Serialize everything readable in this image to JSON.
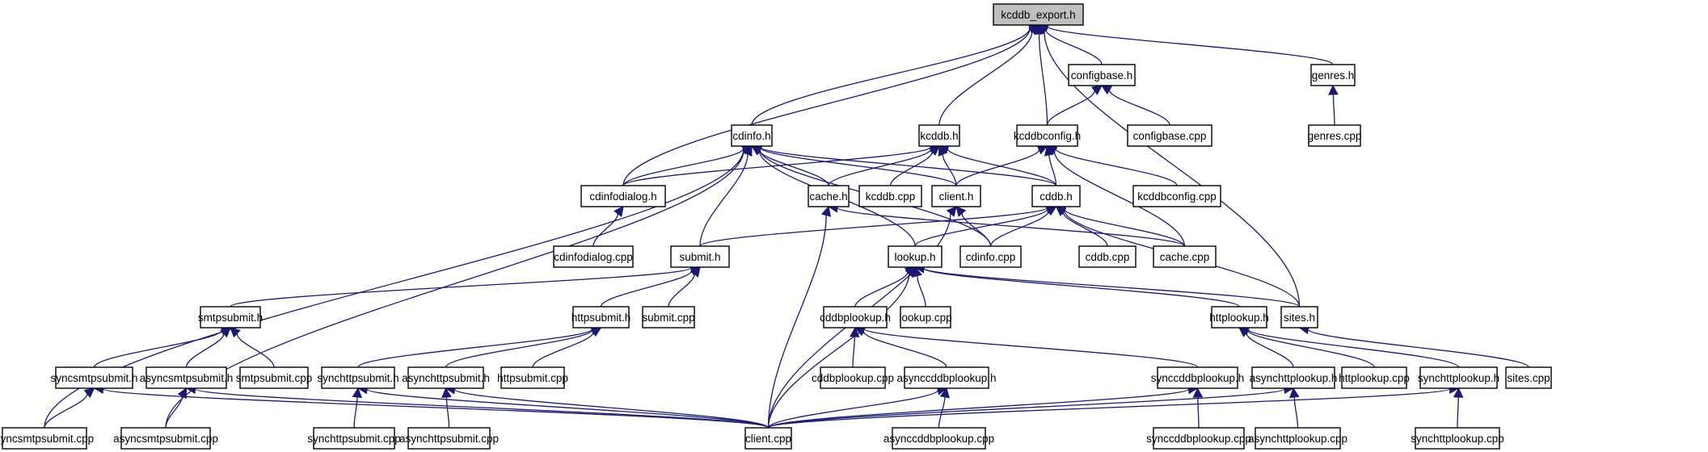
{
  "graph": {
    "title": "kcddb_export.h include dependency graph",
    "edge_color": "#191970",
    "root_fill": "#bfbfbf",
    "nodes": [
      {
        "id": "kcddb_export.h",
        "label": "kcddb_export.h",
        "root": true
      },
      {
        "id": "cdinfo.h",
        "label": "cdinfo.h"
      },
      {
        "id": "kcddb.h",
        "label": "kcddb.h"
      },
      {
        "id": "kcddbconfig.h",
        "label": "kcddbconfig.h"
      },
      {
        "id": "configbase.h",
        "label": "configbase.h"
      },
      {
        "id": "genres.h",
        "label": "genres.h"
      },
      {
        "id": "configbase.cpp",
        "label": "configbase.cpp"
      },
      {
        "id": "genres.cpp",
        "label": "genres.cpp"
      },
      {
        "id": "cdinfodialog.h",
        "label": "cdinfodialog.h"
      },
      {
        "id": "cache.h",
        "label": "cache.h"
      },
      {
        "id": "kcddb.cpp",
        "label": "kcddb.cpp"
      },
      {
        "id": "client.h",
        "label": "client.h"
      },
      {
        "id": "cddb.h",
        "label": "cddb.h"
      },
      {
        "id": "kcddbconfig.cpp",
        "label": "kcddbconfig.cpp"
      },
      {
        "id": "cdinfodialog.cpp",
        "label": "cdinfodialog.cpp"
      },
      {
        "id": "submit.h",
        "label": "submit.h"
      },
      {
        "id": "lookup.h",
        "label": "lookup.h"
      },
      {
        "id": "cdinfo.cpp",
        "label": "cdinfo.cpp"
      },
      {
        "id": "cddb.cpp",
        "label": "cddb.cpp"
      },
      {
        "id": "cache.cpp",
        "label": "cache.cpp"
      },
      {
        "id": "smtpsubmit.h",
        "label": "smtpsubmit.h"
      },
      {
        "id": "httpsubmit.h",
        "label": "httpsubmit.h"
      },
      {
        "id": "submit.cpp",
        "label": "submit.cpp"
      },
      {
        "id": "cddbplookup.h",
        "label": "cddbplookup.h"
      },
      {
        "id": "lookup.cpp",
        "label": "lookup.cpp"
      },
      {
        "id": "httplookup.h",
        "label": "httplookup.h"
      },
      {
        "id": "sites.h",
        "label": "sites.h"
      },
      {
        "id": "syncsmtpsubmit.h",
        "label": "syncsmtpsubmit.h"
      },
      {
        "id": "asyncsmtpsubmit.h",
        "label": "asyncsmtpsubmit.h"
      },
      {
        "id": "smtpsubmit.cpp",
        "label": "smtpsubmit.cpp"
      },
      {
        "id": "synchttpsubmit.h",
        "label": "synchttpsubmit.h"
      },
      {
        "id": "asynchttpsubmit.h",
        "label": "asynchttpsubmit.h"
      },
      {
        "id": "httpsubmit.cpp",
        "label": "httpsubmit.cpp"
      },
      {
        "id": "cddbplookup.cpp",
        "label": "cddbplookup.cpp"
      },
      {
        "id": "asynccddbplookup.h",
        "label": "asynccddbplookup.h"
      },
      {
        "id": "synccddbplookup.h",
        "label": "synccddbplookup.h"
      },
      {
        "id": "asynchttplookup.h",
        "label": "asynchttplookup.h"
      },
      {
        "id": "httplookup.cpp",
        "label": "httplookup.cpp"
      },
      {
        "id": "synchttplookup.h",
        "label": "synchttplookup.h"
      },
      {
        "id": "sites.cpp",
        "label": "sites.cpp"
      },
      {
        "id": "syncsmtpsubmit.cpp",
        "label": "syncsmtpsubmit.cpp"
      },
      {
        "id": "asyncsmtpsubmit.cpp",
        "label": "asyncsmtpsubmit.cpp"
      },
      {
        "id": "synchttpsubmit.cpp",
        "label": "synchttpsubmit.cpp"
      },
      {
        "id": "asynchttpsubmit.cpp",
        "label": "asynchttpsubmit.cpp"
      },
      {
        "id": "client.cpp",
        "label": "client.cpp"
      },
      {
        "id": "asynccddbplookup.cpp",
        "label": "asynccddbplookup.cpp"
      },
      {
        "id": "synccddbplookup.cpp",
        "label": "synccddbplookup.cpp"
      },
      {
        "id": "asynchttplookup.cpp",
        "label": "asynchttplookup.cpp"
      },
      {
        "id": "synchttplookup.cpp",
        "label": "synchttplookup.cpp"
      }
    ],
    "edges": [
      {
        "from": "cdinfo.h",
        "to": "kcddb_export.h"
      },
      {
        "from": "cdinfodialog.h",
        "to": "kcddb_export.h"
      },
      {
        "from": "kcddb.h",
        "to": "kcddb_export.h"
      },
      {
        "from": "kcddbconfig.h",
        "to": "kcddb_export.h"
      },
      {
        "from": "configbase.h",
        "to": "kcddb_export.h"
      },
      {
        "from": "genres.h",
        "to": "kcddb_export.h"
      },
      {
        "from": "sites.h",
        "to": "kcddb_export.h"
      },
      {
        "from": "configbase.cpp",
        "to": "configbase.h"
      },
      {
        "from": "kcddbconfig.h",
        "to": "configbase.h"
      },
      {
        "from": "genres.cpp",
        "to": "genres.h"
      },
      {
        "from": "cdinfodialog.h",
        "to": "cdinfo.h"
      },
      {
        "from": "cache.h",
        "to": "cdinfo.h"
      },
      {
        "from": "client.h",
        "to": "cdinfo.h"
      },
      {
        "from": "cddb.h",
        "to": "cdinfo.h"
      },
      {
        "from": "submit.h",
        "to": "cdinfo.h"
      },
      {
        "from": "lookup.h",
        "to": "cdinfo.h"
      },
      {
        "from": "cdinfo.cpp",
        "to": "cdinfo.h"
      },
      {
        "from": "syncsmtpsubmit.cpp",
        "to": "cdinfo.h"
      },
      {
        "from": "asyncsmtpsubmit.cpp",
        "to": "cdinfo.h"
      },
      {
        "from": "cdinfodialog.h",
        "to": "kcddb.h"
      },
      {
        "from": "cache.h",
        "to": "kcddb.h"
      },
      {
        "from": "kcddb.cpp",
        "to": "kcddb.h"
      },
      {
        "from": "client.h",
        "to": "kcddb.h"
      },
      {
        "from": "cddb.h",
        "to": "kcddb.h"
      },
      {
        "from": "client.h",
        "to": "kcddbconfig.h"
      },
      {
        "from": "cddb.h",
        "to": "kcddbconfig.h"
      },
      {
        "from": "kcddbconfig.cpp",
        "to": "kcddbconfig.h"
      },
      {
        "from": "cache.cpp",
        "to": "kcddbconfig.h"
      },
      {
        "from": "cdinfodialog.cpp",
        "to": "cdinfodialog.h"
      },
      {
        "from": "client.cpp",
        "to": "cache.h"
      },
      {
        "from": "cache.cpp",
        "to": "cache.h"
      },
      {
        "from": "cdinfo.cpp",
        "to": "client.h"
      },
      {
        "from": "client.cpp",
        "to": "client.h"
      },
      {
        "from": "submit.h",
        "to": "cddb.h"
      },
      {
        "from": "lookup.h",
        "to": "cddb.h"
      },
      {
        "from": "cdinfo.cpp",
        "to": "cddb.h"
      },
      {
        "from": "cddb.cpp",
        "to": "cddb.h"
      },
      {
        "from": "cache.cpp",
        "to": "cddb.h"
      },
      {
        "from": "sites.h",
        "to": "cddb.h"
      },
      {
        "from": "smtpsubmit.h",
        "to": "submit.h"
      },
      {
        "from": "httpsubmit.h",
        "to": "submit.h"
      },
      {
        "from": "submit.cpp",
        "to": "submit.h"
      },
      {
        "from": "cddbplookup.h",
        "to": "lookup.h"
      },
      {
        "from": "lookup.cpp",
        "to": "lookup.h"
      },
      {
        "from": "httplookup.h",
        "to": "lookup.h"
      },
      {
        "from": "sites.h",
        "to": "lookup.h"
      },
      {
        "from": "client.cpp",
        "to": "lookup.h"
      },
      {
        "from": "syncsmtpsubmit.h",
        "to": "smtpsubmit.h"
      },
      {
        "from": "asyncsmtpsubmit.h",
        "to": "smtpsubmit.h"
      },
      {
        "from": "smtpsubmit.cpp",
        "to": "smtpsubmit.h"
      },
      {
        "from": "synchttpsubmit.h",
        "to": "httpsubmit.h"
      },
      {
        "from": "asynchttpsubmit.h",
        "to": "httpsubmit.h"
      },
      {
        "from": "httpsubmit.cpp",
        "to": "httpsubmit.h"
      },
      {
        "from": "cddbplookup.cpp",
        "to": "cddbplookup.h"
      },
      {
        "from": "asynccddbplookup.h",
        "to": "cddbplookup.h"
      },
      {
        "from": "synccddbplookup.h",
        "to": "cddbplookup.h"
      },
      {
        "from": "asynchttplookup.h",
        "to": "httplookup.h"
      },
      {
        "from": "httplookup.cpp",
        "to": "httplookup.h"
      },
      {
        "from": "synchttplookup.h",
        "to": "httplookup.h"
      },
      {
        "from": "sites.cpp",
        "to": "sites.h"
      },
      {
        "from": "syncsmtpsubmit.cpp",
        "to": "syncsmtpsubmit.h"
      },
      {
        "from": "client.cpp",
        "to": "syncsmtpsubmit.h"
      },
      {
        "from": "asyncsmtpsubmit.cpp",
        "to": "asyncsmtpsubmit.h"
      },
      {
        "from": "client.cpp",
        "to": "asyncsmtpsubmit.h"
      },
      {
        "from": "synchttpsubmit.cpp",
        "to": "synchttpsubmit.h"
      },
      {
        "from": "client.cpp",
        "to": "synchttpsubmit.h"
      },
      {
        "from": "asynchttpsubmit.cpp",
        "to": "asynchttpsubmit.h"
      },
      {
        "from": "client.cpp",
        "to": "asynchttpsubmit.h"
      },
      {
        "from": "asynccddbplookup.cpp",
        "to": "asynccddbplookup.h"
      },
      {
        "from": "client.cpp",
        "to": "asynccddbplookup.h"
      },
      {
        "from": "synccddbplookup.cpp",
        "to": "synccddbplookup.h"
      },
      {
        "from": "client.cpp",
        "to": "synccddbplookup.h"
      },
      {
        "from": "asynchttplookup.cpp",
        "to": "asynchttplookup.h"
      },
      {
        "from": "client.cpp",
        "to": "asynchttplookup.h"
      },
      {
        "from": "synchttplookup.cpp",
        "to": "synchttplookup.h"
      },
      {
        "from": "client.cpp",
        "to": "synchttplookup.h"
      }
    ]
  }
}
